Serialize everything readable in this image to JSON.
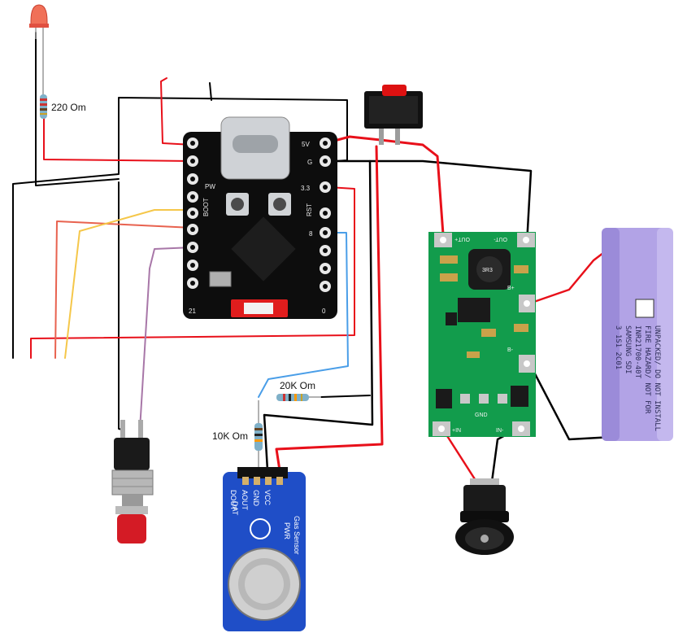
{
  "labels": {
    "r_led": "220 Om",
    "r_20k": "20K Om",
    "r_10k": "10K Om"
  },
  "board": {
    "pins_left": [
      "PW",
      "BOOT",
      "RST"
    ],
    "pins_right": [
      "5V",
      "G",
      "3.3"
    ],
    "pin_21": "21",
    "pin_0": "0",
    "pin_8": "8"
  },
  "charger": {
    "out_plus": "OUT+",
    "out_minus": "OUT-",
    "bat_plus": "B+",
    "bat_minus": "B-",
    "in_plus": "+IN",
    "in_minus": "IN-",
    "gnd": "GND",
    "inductor": "3R3"
  },
  "sensor": {
    "title": "Gas Sensor",
    "pins": [
      "VCC",
      "GND",
      "AOUT",
      "DOUT"
    ],
    "leds": [
      "DAT",
      "PWR"
    ]
  },
  "battery": {
    "lines": [
      "INR21700-40T",
      "SAMSUNG SDI",
      "3 1S1 2C01",
      "FIRE HAZARD/ NOT FOR",
      "UNPACKED/ DO NOT INSTALL"
    ]
  },
  "colors": {
    "wire_red": "#e8101a",
    "wire_black": "#000000",
    "wire_yellow": "#f5c74a",
    "wire_blue": "#4a9ee8",
    "wire_purple": "#a877a8",
    "wire_salmon": "#e8624f",
    "pcb_green": "#129c4c",
    "pcb_black": "#0d0d0d",
    "sensor_blue": "#1f4ec7",
    "battery_purple": "#b2a3e6"
  }
}
